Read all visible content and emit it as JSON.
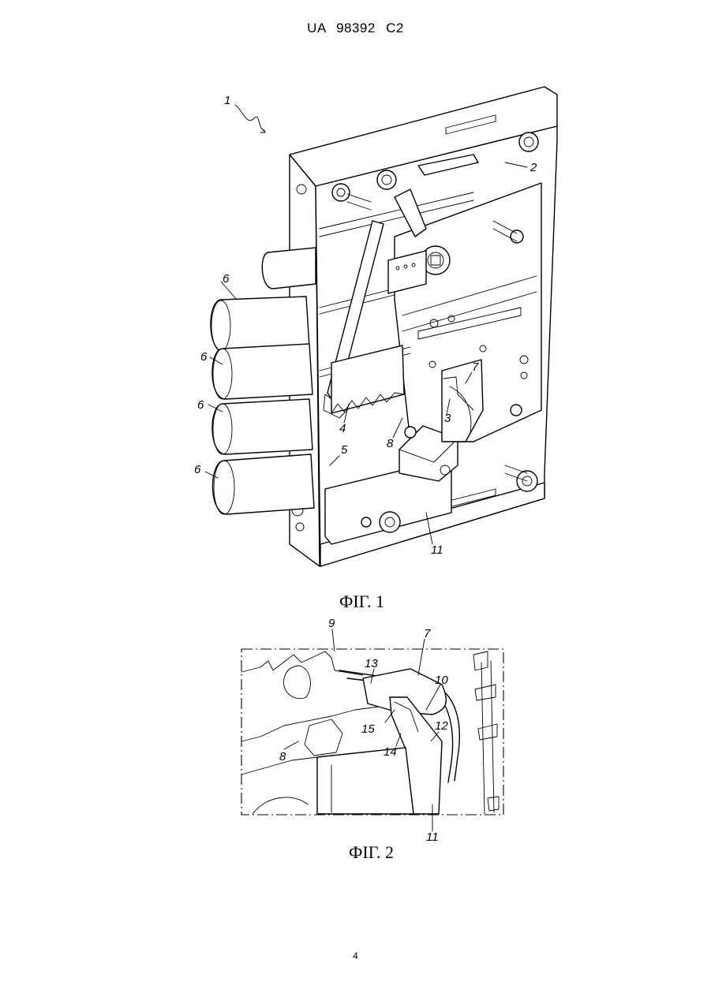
{
  "header": {
    "text": "UA 98392 C2"
  },
  "figure1": {
    "caption": "ФІГ. 1",
    "references": {
      "r1": "1",
      "r2": "2",
      "r3": "3",
      "r4": "4",
      "r5": "5",
      "r6a": "6",
      "r6b": "6",
      "r6c": "6",
      "r6d": "6",
      "r7": "7",
      "r8": "8",
      "r11": "11"
    }
  },
  "figure2": {
    "caption": "ФІГ. 2",
    "references": {
      "r7": "7",
      "r8": "8",
      "r9": "9",
      "r10": "10",
      "r11": "11",
      "r12": "12",
      "r13": "13",
      "r14": "14",
      "r15": "15"
    }
  },
  "page_number": "4"
}
